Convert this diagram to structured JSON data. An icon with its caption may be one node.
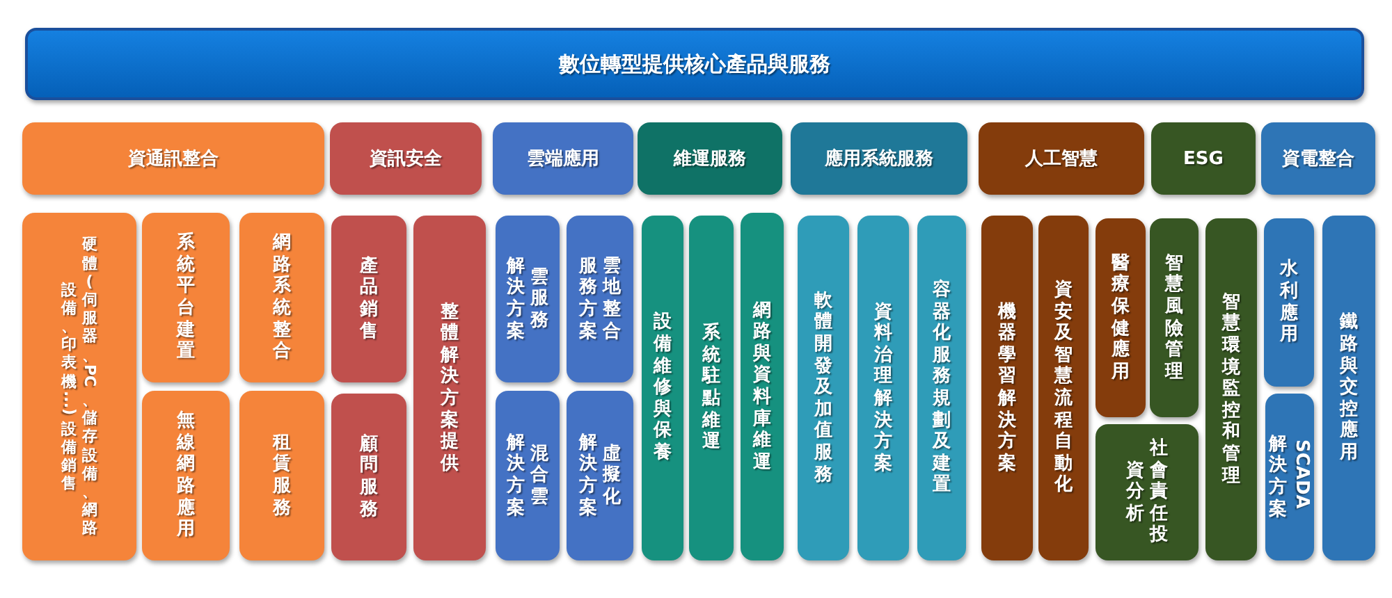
{
  "diagram": {
    "nodes": [
      {
        "text": [
          "數位轉型提供核心產品與服務"
        ]
      },
      {
        "text": [
          "資通訊整合"
        ]
      },
      {
        "text": [
          "資訊安全"
        ]
      },
      {
        "text": [
          "雲端應用"
        ]
      },
      {
        "text": [
          "維運服務"
        ]
      },
      {
        "text": [
          "應用系統服務"
        ]
      },
      {
        "text": [
          "人工智慧"
        ]
      },
      {
        "text": [
          "ESG"
        ]
      },
      {
        "text": [
          "資電整合"
        ]
      },
      {
        "text": [
          "硬體(伺服器、PC、儲存設備、網路設備、印表機...)設備銷售"
        ]
      },
      {
        "text": [
          "系統平台建置"
        ]
      },
      {
        "text": [
          "無線網路應用"
        ]
      },
      {
        "text": [
          "網路系統整合"
        ]
      },
      {
        "text": [
          "租賃服務"
        ]
      },
      {
        "text": [
          "產品銷售"
        ]
      },
      {
        "text": [
          "顧問服務"
        ]
      },
      {
        "text": [
          "整體解決方案提供"
        ]
      },
      {
        "text": [
          "雲服務解決方案"
        ]
      },
      {
        "text": [
          "雲地整合服務方案"
        ]
      },
      {
        "text": [
          "混合雲解決方案"
        ]
      },
      {
        "text": [
          "虛擬化解決方案"
        ]
      },
      {
        "text": [
          "設備維修與保養"
        ]
      },
      {
        "text": [
          "系統駐點維運"
        ]
      },
      {
        "text": [
          "網路與資料庫維運"
        ]
      },
      {
        "text": [
          "軟體開發及加值服務"
        ]
      },
      {
        "text": [
          "資料治理解決方案"
        ]
      },
      {
        "text": [
          "容器化服務規劃及建置"
        ]
      },
      {
        "text": [
          "機器學習解決方案"
        ]
      },
      {
        "text": [
          "資安及智慧流程自動化"
        ]
      },
      {
        "text": [
          "醫療保健應用"
        ]
      },
      {
        "text": [
          "智慧風險管理"
        ]
      },
      {
        "text": [
          "社會責任投資分析"
        ]
      },
      {
        "text": [
          "智慧環境監控和管理"
        ]
      },
      {
        "text": [
          "水利應用"
        ]
      },
      {
        "text": [
          "SCADA解決方案"
        ]
      },
      {
        "text": [
          "鐵路與交控應用"
        ]
      }
    ]
  }
}
